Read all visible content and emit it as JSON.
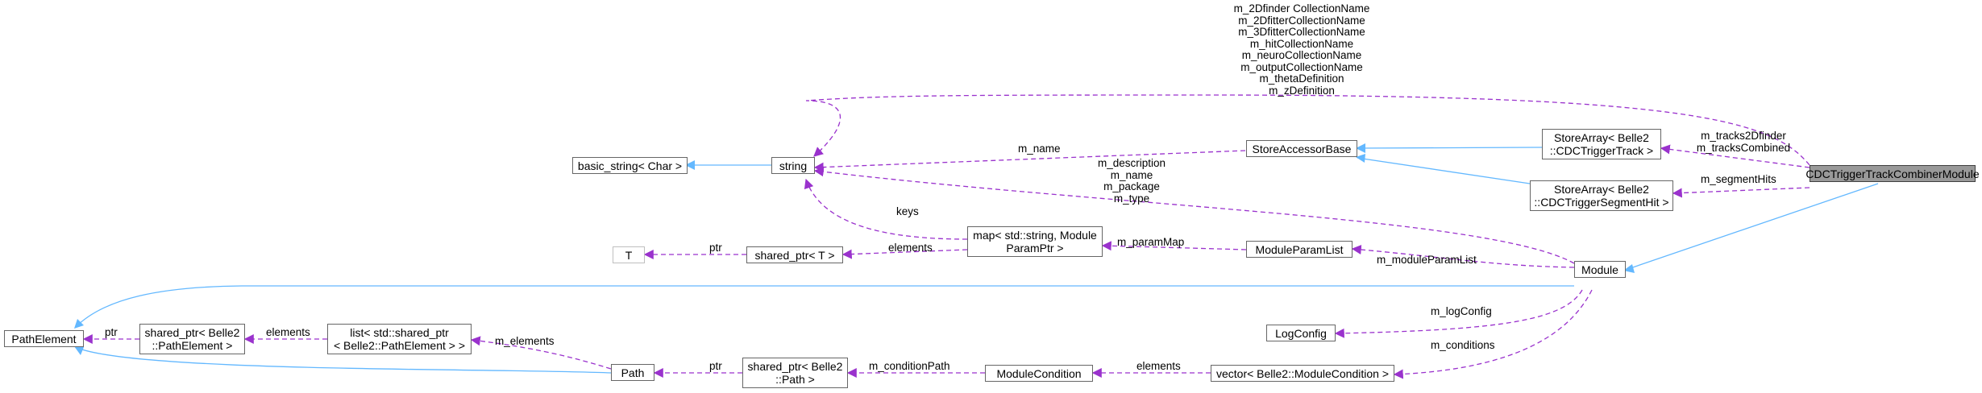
{
  "nodes": {
    "focus": "CDCTriggerTrackCombinerModule",
    "store_track": [
      "StoreArray< Belle2",
      "::CDCTriggerTrack >"
    ],
    "store_seg": [
      "StoreArray< Belle2",
      "::CDCTriggerSegmentHit >"
    ],
    "store_accessor": "StoreAccessorBase",
    "string": "string",
    "basic_string": "basic_string< Char >",
    "module": "Module",
    "map": [
      "map< std::string, Module",
      "ParamPtr >"
    ],
    "module_param_list": "ModuleParamList",
    "shared_ptr_t": "shared_ptr< T >",
    "t": "T",
    "path_element": "PathElement",
    "shared_ptr_pe": [
      "shared_ptr< Belle2",
      "::PathElement >"
    ],
    "list_pe": [
      "list< std::shared_ptr",
      "< Belle2::PathElement > >"
    ],
    "path": "Path",
    "shared_ptr_path": [
      "shared_ptr< Belle2",
      "::Path >"
    ],
    "module_condition": "ModuleCondition",
    "vector_mc": "vector< Belle2::ModuleCondition >",
    "log_config": "LogConfig"
  },
  "edge_labels": {
    "collection_names": [
      "m_2Dfinder CollectionName",
      "m_2DfitterCollectionName",
      "m_3DfitterCollectionName",
      "m_hitCollectionName",
      "m_neuroCollectionName",
      "m_outputCollectionName",
      "m_thetaDefinition",
      "m_zDefinition"
    ],
    "tracks": [
      "m_tracks2Dfinder",
      "m_tracksCombined"
    ],
    "segment_hits": "m_segmentHits",
    "m_name": "m_name",
    "module_strings": [
      "m_description",
      "m_name",
      "m_package",
      "m_type"
    ],
    "keys": "keys",
    "elements_map": "elements",
    "ptr_t": "ptr",
    "param_map": "m_paramMap",
    "module_param_list": "m_moduleParamList",
    "log_config": "m_logConfig",
    "conditions": "m_conditions",
    "elements_vector": "elements",
    "condition_path": "m_conditionPath",
    "ptr_path": "ptr",
    "m_elements": "m_elements",
    "elements_list": "elements",
    "ptr_pe": "ptr"
  },
  "colors": {
    "inheritance": "#63b8ff",
    "usage": "#9a32cd",
    "focus_fill": "#999999",
    "node_border": "#666666"
  }
}
